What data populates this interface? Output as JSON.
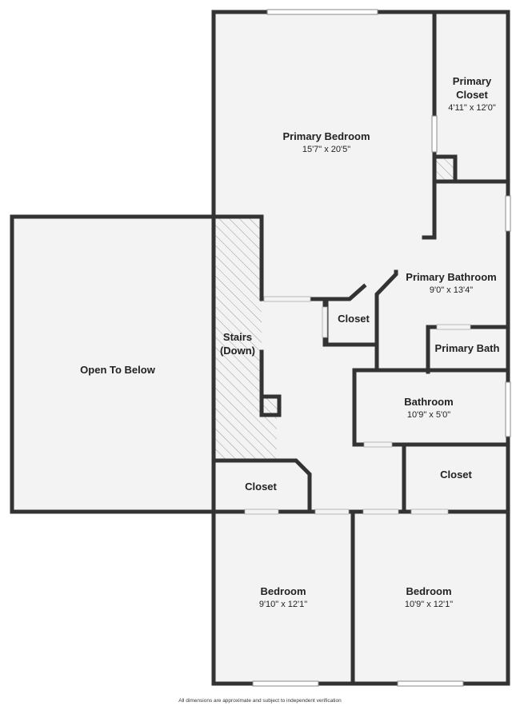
{
  "colors": {
    "wall": "#333333",
    "floor": "#f3f3f3",
    "window": "#ffffff",
    "hatch": "#9a9a9a"
  },
  "rooms": {
    "primary_bedroom": {
      "name": "Primary Bedroom",
      "dim": "15'7\" x 20'5\""
    },
    "primary_closet": {
      "name_line1": "Primary",
      "name_line2": "Closet",
      "dim": "4'11\" x 12'0\""
    },
    "open_to_below": {
      "name": "Open To Below"
    },
    "stairs": {
      "name_line1": "Stairs",
      "name_line2": "(Down)"
    },
    "primary_bathroom": {
      "name": "Primary Bathroom",
      "dim": "9'0\" x 13'4\""
    },
    "closet_center": {
      "name": "Closet"
    },
    "primary_bath": {
      "name": "Primary Bath"
    },
    "bathroom": {
      "name": "Bathroom",
      "dim": "10'9\" x 5'0\""
    },
    "closet_left": {
      "name": "Closet"
    },
    "closet_right": {
      "name": "Closet"
    },
    "bedroom_left": {
      "name": "Bedroom",
      "dim": "9'10\" x 12'1\""
    },
    "bedroom_right": {
      "name": "Bedroom",
      "dim": "10'9\" x 12'1\""
    }
  },
  "footer": {
    "disclaimer": "All dimensions are approximate and subject to independent verification"
  }
}
